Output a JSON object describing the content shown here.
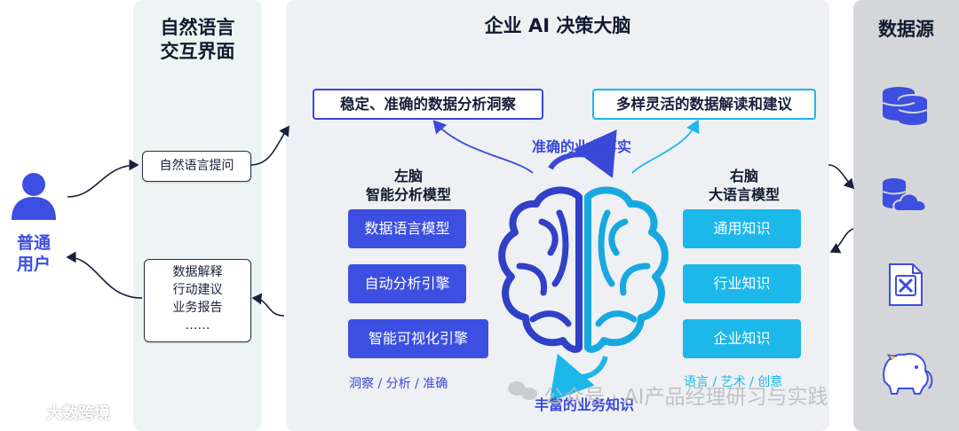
{
  "user": {
    "label_line1": "普通",
    "label_line2": "用户"
  },
  "nl_panel": {
    "title_line1": "自然语言",
    "title_line2": "交互界面",
    "question_box": "自然语言提问",
    "answer_lines": [
      "数据解释",
      "行动建议",
      "业务报告",
      "……"
    ]
  },
  "brain_panel": {
    "title": "企业 AI 决策大脑",
    "tag_left": "稳定、准确的数据分析洞察",
    "tag_right": "多样灵活的数据解读和建议",
    "top_caption": "准确的业务事实",
    "bottom_caption": "丰富的业务知识",
    "left_head_line1": "左脑",
    "left_head_line2": "智能分析模型",
    "left_items": [
      "数据语言模型",
      "自动分析引擎",
      "智能可视化引擎"
    ],
    "left_note": "洞察 / 分析 / 准确",
    "right_head_line1": "右脑",
    "right_head_line2": "大语言模型",
    "right_items": [
      "通用知识",
      "行业知识",
      "企业知识"
    ],
    "right_note": "语言 / 艺术 / 创意"
  },
  "sources": {
    "title": "数据源",
    "icons": [
      "database-icon",
      "cloud-database-icon",
      "excel-file-icon",
      "hadoop-elephant-icon"
    ]
  },
  "watermarks": {
    "wechat": "公众号 · AI产品经理研习与实践",
    "logo": "大数跨境"
  },
  "colors": {
    "left_blue": "#3d4fe0",
    "right_cyan": "#1cb8ea",
    "accent_text": "#3a49d8"
  }
}
